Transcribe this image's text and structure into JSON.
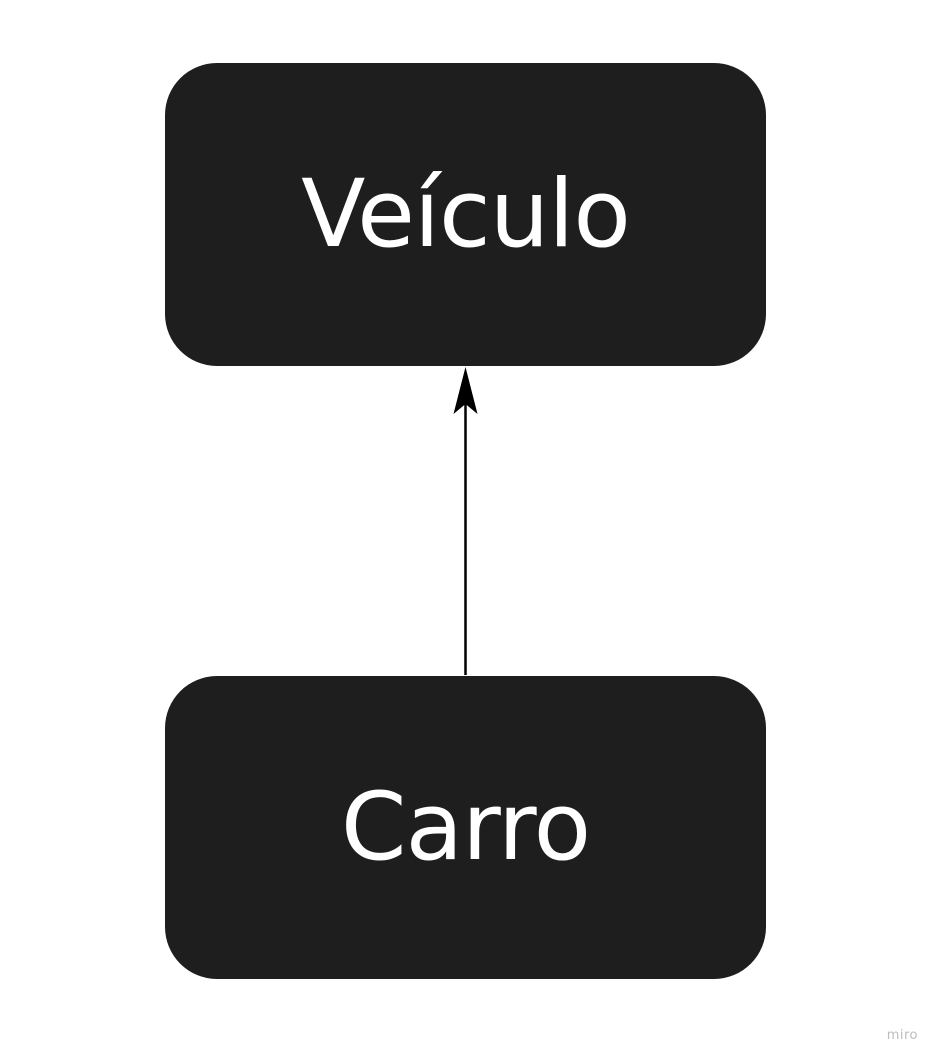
{
  "diagram": {
    "nodes": [
      {
        "id": "veiculo",
        "label": "Veículo"
      },
      {
        "id": "carro",
        "label": "Carro"
      }
    ],
    "edges": [
      {
        "from": "carro",
        "to": "veiculo",
        "arrowhead": "triangle-filled"
      }
    ]
  },
  "watermark": {
    "text": "miro"
  },
  "colors": {
    "node_fill": "#1e1e1e",
    "node_text": "#ffffff",
    "edge": "#000000",
    "watermark": "#bdbdbd",
    "background": "#ffffff"
  }
}
